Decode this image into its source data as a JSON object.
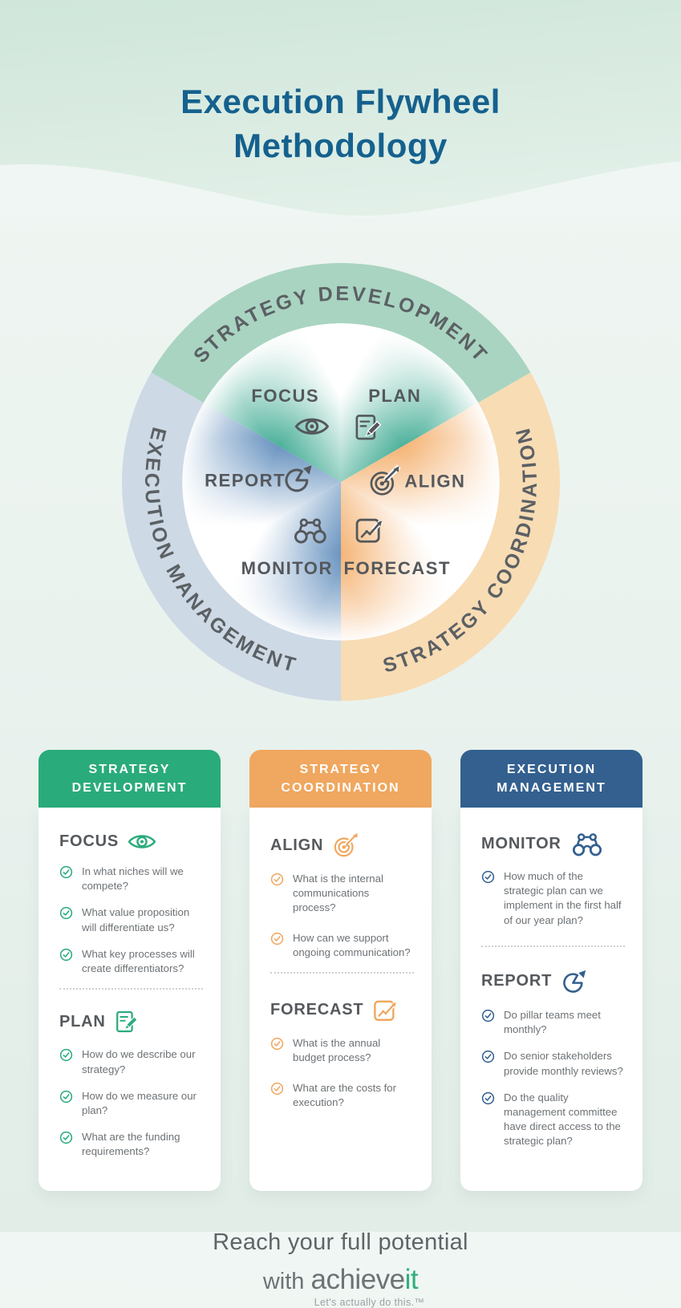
{
  "header": {
    "title_line1": "Execution Flywheel",
    "title_line2": "Methodology"
  },
  "flywheel": {
    "ring_segments": [
      {
        "id": "strategy-development",
        "label": "STRATEGY DEVELOPMENT",
        "band_color": "#a9d4c1",
        "accent_color": "#2aa287"
      },
      {
        "id": "strategy-coordination",
        "label": "STRATEGY COORDINATION",
        "band_color": "#f8dcb4",
        "accent_color": "#f3a75d"
      },
      {
        "id": "execution-management",
        "label": "EXECUTION MANAGEMENT",
        "band_color": "#cdd9e5",
        "accent_color": "#4f81b5"
      }
    ],
    "wedges": [
      {
        "label": "FOCUS",
        "icon": "eye-icon"
      },
      {
        "label": "PLAN",
        "icon": "document-pencil-icon"
      },
      {
        "label": "ALIGN",
        "icon": "target-dart-icon"
      },
      {
        "label": "FORECAST",
        "icon": "chart-arrow-icon"
      },
      {
        "label": "MONITOR",
        "icon": "binoculars-icon"
      },
      {
        "label": "REPORT",
        "icon": "pie-chart-icon"
      }
    ],
    "icon_color": "#54585c"
  },
  "cards": [
    {
      "header_line1": "STRATEGY",
      "header_line2": "DEVELOPMENT",
      "accent": "#2aab7b",
      "sections": [
        {
          "title": "FOCUS",
          "icon": "eye-icon",
          "items": [
            "In what niches will we compete?",
            "What value proposition will differentiate us?",
            "What key processes will create differentiators?"
          ]
        },
        {
          "title": "PLAN",
          "icon": "document-pencil-icon",
          "items": [
            "How do we describe our strategy?",
            "How do we measure our plan?",
            "What are the funding requirements?"
          ]
        }
      ]
    },
    {
      "header_line1": "STRATEGY",
      "header_line2": "COORDINATION",
      "accent": "#f0a75f",
      "sections": [
        {
          "title": "ALIGN",
          "icon": "target-dart-icon",
          "items": [
            "What is the internal communications process?",
            "How can we support ongoing communication?"
          ]
        },
        {
          "title": "FORECAST",
          "icon": "chart-arrow-icon",
          "items": [
            "What is the annual budget process?",
            "What are the costs for execution?"
          ]
        }
      ]
    },
    {
      "header_line1": "EXECUTION",
      "header_line2": "MANAGEMENT",
      "accent": "#33608f",
      "sections": [
        {
          "title": "MONITOR",
          "icon": "binoculars-icon",
          "items": [
            "How much of the strategic plan can we implement in the first half of our year plan?"
          ]
        },
        {
          "title": "REPORT",
          "icon": "pie-chart-icon",
          "items": [
            "Do pillar teams meet monthly?",
            "Do senior stakeholders provide monthly reviews?",
            "Do the quality management committee have direct access to the strategic plan?"
          ]
        }
      ]
    }
  ],
  "footer": {
    "line1": "Reach your full potential",
    "with_word": "with",
    "brand_gray": "achieve",
    "brand_green": "it",
    "brand_green_color": "#2fae7e",
    "tagline": "Let's actually do this.™"
  }
}
